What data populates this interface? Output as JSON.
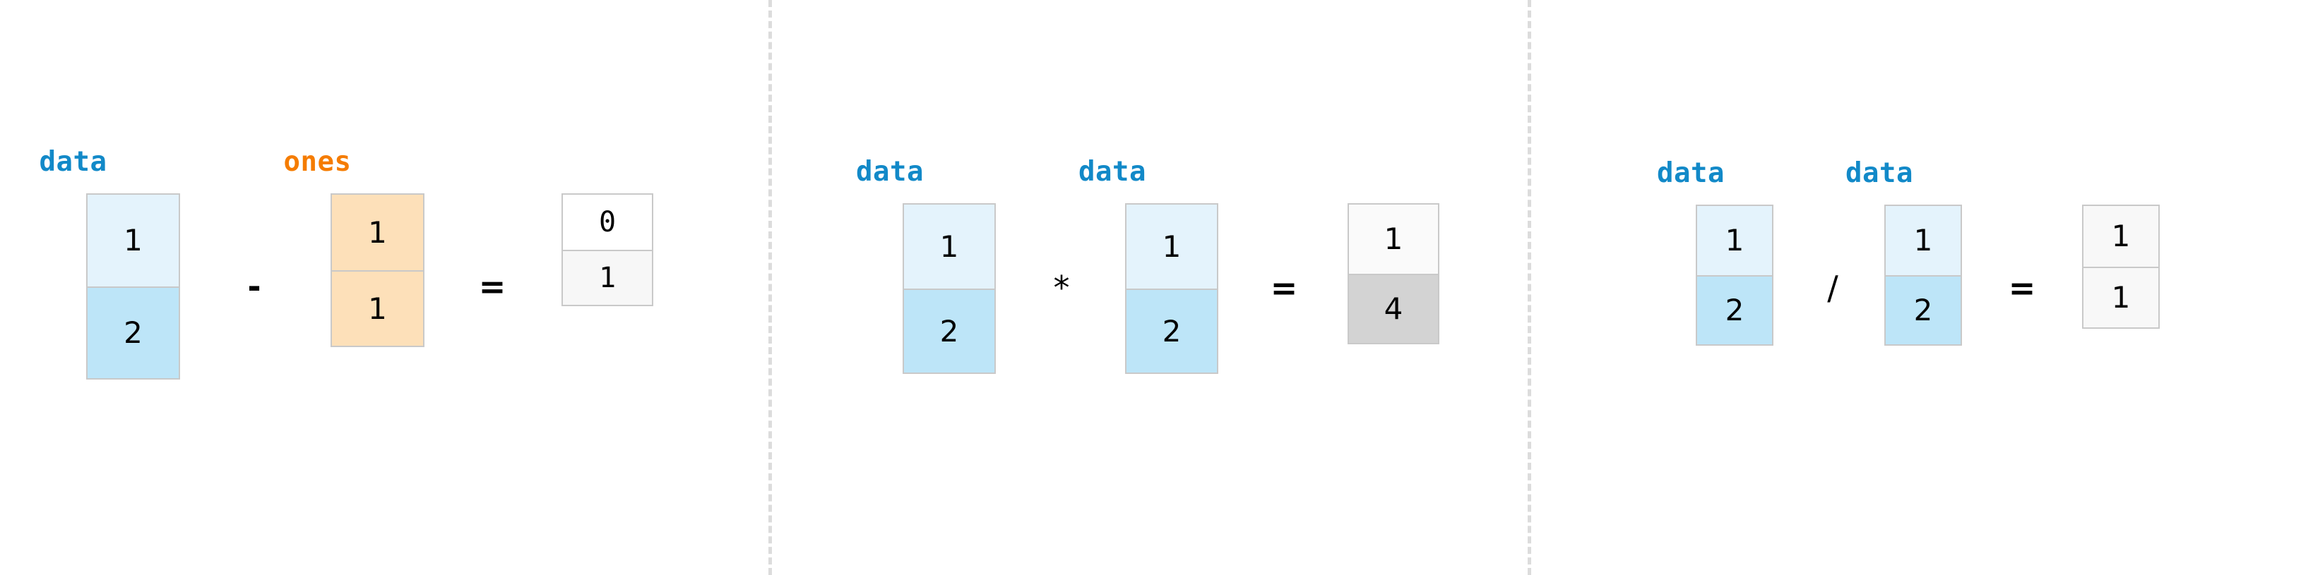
{
  "figure": {
    "background_color": "#ffffff",
    "separator_color": "#dcdcdc",
    "label_blue": "#1289c8",
    "label_orange": "#f57c00",
    "cell_border_color": "#c9c9c9",
    "shade_light_blue": "#e4f3fc",
    "shade_blue": "#bde5f8",
    "shade_light_orange": "#fde0b9",
    "shade_white": "#ffffff",
    "shade_offwhite": "#f7f7f7",
    "shade_gray": "#d3d3d3"
  },
  "panels": [
    {
      "id": "subtract",
      "operands": [
        {
          "id": "data-left",
          "label": "data",
          "label_color": "blue",
          "cells": [
            {
              "value": "1",
              "fill": "#e4f3fc"
            },
            {
              "value": "2",
              "fill": "#bde5f8"
            }
          ]
        },
        {
          "id": "ones",
          "label": "ones",
          "label_color": "orange",
          "cells": [
            {
              "value": "1",
              "fill": "#fde0b9"
            },
            {
              "value": "1",
              "fill": "#fde0b9"
            }
          ]
        }
      ],
      "operator": "-",
      "equals": "=",
      "result": {
        "id": "result-subtract",
        "cells": [
          {
            "value": "0",
            "fill": "#ffffff"
          },
          {
            "value": "1",
            "fill": "#f7f7f7"
          }
        ]
      }
    },
    {
      "id": "multiply",
      "operands": [
        {
          "id": "data-left",
          "label": "data",
          "label_color": "blue",
          "cells": [
            {
              "value": "1",
              "fill": "#e4f3fc"
            },
            {
              "value": "2",
              "fill": "#bde5f8"
            }
          ]
        },
        {
          "id": "data-right",
          "label": "data",
          "label_color": "blue",
          "cells": [
            {
              "value": "1",
              "fill": "#e4f3fc"
            },
            {
              "value": "2",
              "fill": "#bde5f8"
            }
          ]
        }
      ],
      "operator": "*",
      "equals": "=",
      "result": {
        "id": "result-multiply",
        "cells": [
          {
            "value": "1",
            "fill": "#fafafa"
          },
          {
            "value": "4",
            "fill": "#d3d3d3"
          }
        ]
      }
    },
    {
      "id": "divide",
      "operands": [
        {
          "id": "data-left",
          "label": "data",
          "label_color": "blue",
          "cells": [
            {
              "value": "1",
              "fill": "#e4f3fc"
            },
            {
              "value": "2",
              "fill": "#bde5f8"
            }
          ]
        },
        {
          "id": "data-right",
          "label": "data",
          "label_color": "blue",
          "cells": [
            {
              "value": "1",
              "fill": "#e4f3fc"
            },
            {
              "value": "2",
              "fill": "#bde5f8"
            }
          ]
        }
      ],
      "operator": "/",
      "equals": "=",
      "result": {
        "id": "result-divide",
        "cells": [
          {
            "value": "1",
            "fill": "#f8f8f8"
          },
          {
            "value": "1",
            "fill": "#f8f8f8"
          }
        ]
      }
    }
  ]
}
